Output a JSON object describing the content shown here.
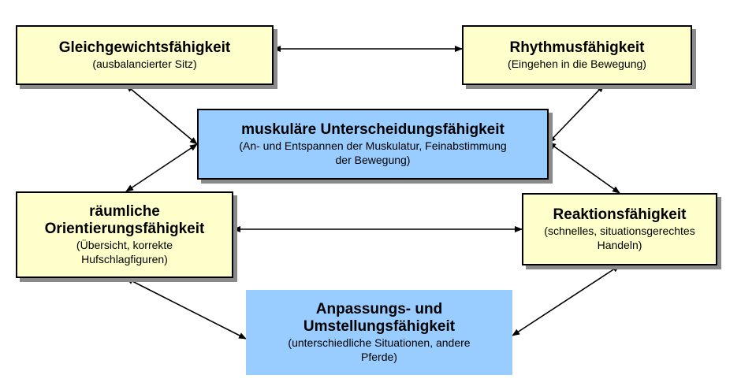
{
  "colors": {
    "yellow_box": "#ffffcc",
    "blue_box": "#99ccff",
    "arrow": "#000000"
  },
  "boxes": {
    "gleichgewicht": {
      "title": "Gleichgewichtsfähigkeit",
      "subtitle": "(ausbalancierter Sitz)"
    },
    "rhythmus": {
      "title": "Rhythmusfähigkeit",
      "subtitle": "(Eingehen in die Bewegung)"
    },
    "muskulaer": {
      "title": "muskuläre Unterscheidungsfähigkeit",
      "subtitle": "(An- und Entspannen der Muskulatur, Feinabstimmung\nder Bewegung)"
    },
    "orientierung": {
      "title": "räumliche\nOrientierungsfähigkeit",
      "subtitle": "(Übersicht, korrekte\nHufschlagfiguren)"
    },
    "reaktion": {
      "title": "Reaktionsfähigkeit",
      "subtitle": "(schnelles, situationsgerechtes\nHandeln)"
    },
    "anpassung": {
      "title": "Anpassungs- und\nUmstellungsfähigkeit",
      "subtitle": "(unterschiedliche Situationen, andere\nPferde)"
    }
  }
}
